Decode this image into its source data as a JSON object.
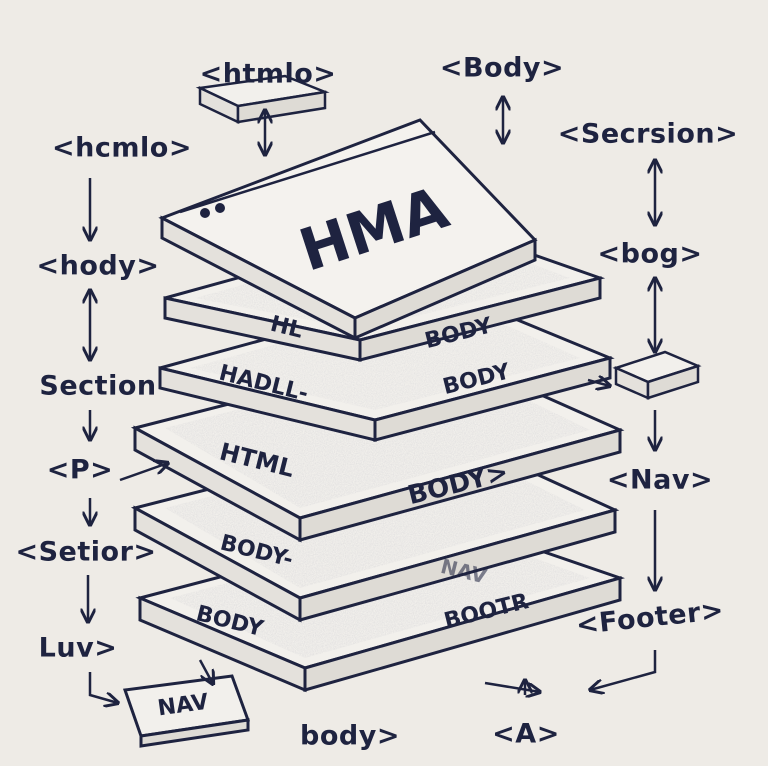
{
  "colors": {
    "ink": "#1e2340",
    "background": "#eeebe6",
    "layer_top": "#f2f0ec",
    "layer_side": "#e4e1dc"
  },
  "labels": {
    "top_htmlo": "<htmlo>",
    "top_body": "<Body>",
    "left_hcmlo": "<hcmlo>",
    "left_hody": "<hody>",
    "left_section": "Section",
    "left_p": "<P>",
    "left_setior": "<Setior>",
    "left_luv": "Luv>",
    "right_section": "<Secrsion>",
    "right_bog": "<bog>",
    "right_nav": "<Nav>",
    "right_footer": "<Footer>",
    "bottom_body": "body>",
    "bottom_a": "<A>",
    "nav_box": "NAV"
  },
  "layers": [
    {
      "text_a": "HMA"
    },
    {
      "text_a": "HL",
      "text_b": "BODY"
    },
    {
      "text_a": "HADLL-",
      "text_b": "BODY"
    },
    {
      "text_a": "HTML",
      "text_b": "BODY>"
    },
    {
      "text_a": "BODY-",
      "text_b": "NAV"
    },
    {
      "text_a": "BODY",
      "text_b": "BOOTR"
    }
  ]
}
